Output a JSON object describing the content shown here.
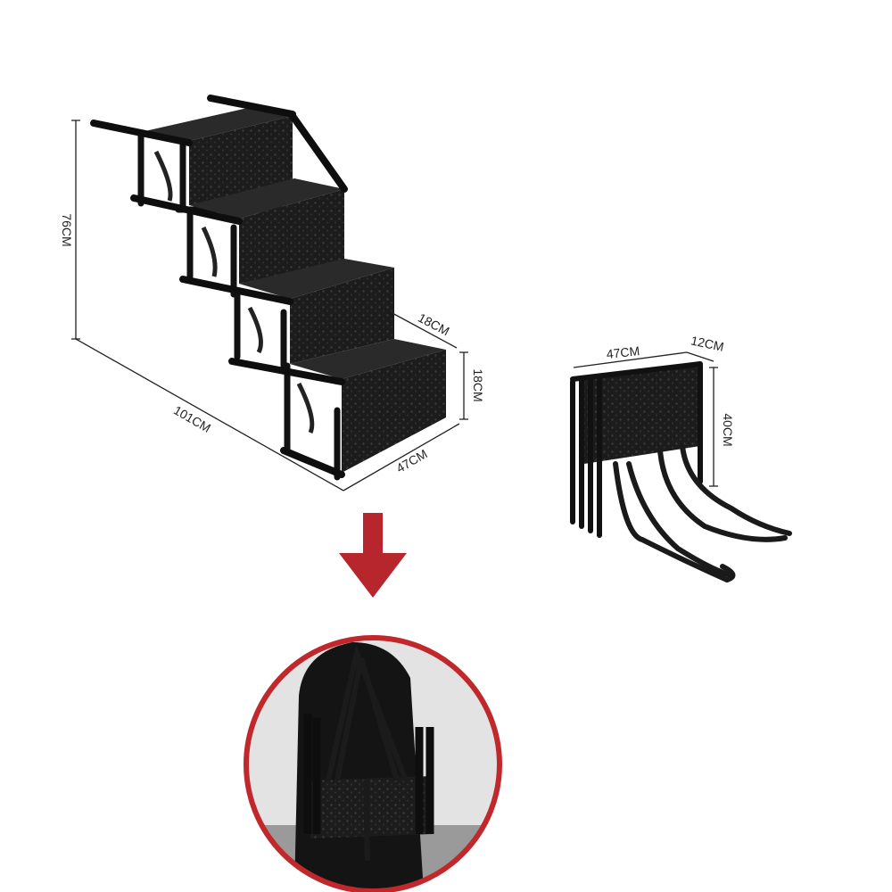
{
  "dimensions": {
    "unfolded_height": "76CM",
    "unfolded_length": "101CM",
    "step_depth": "18CM",
    "step_height": "18CM",
    "width": "47CM",
    "folded_width": "47CM",
    "folded_depth": "12CM",
    "folded_height": "40CM"
  },
  "colors": {
    "step": "#1b1b1b",
    "step_texture": "#3a3a3a",
    "frame": "#111111",
    "arrow": "#b6262c",
    "circle_border": "#c0282c",
    "dimension_line": "#222222"
  },
  "icons": {
    "down_arrow": "down-arrow-icon"
  }
}
